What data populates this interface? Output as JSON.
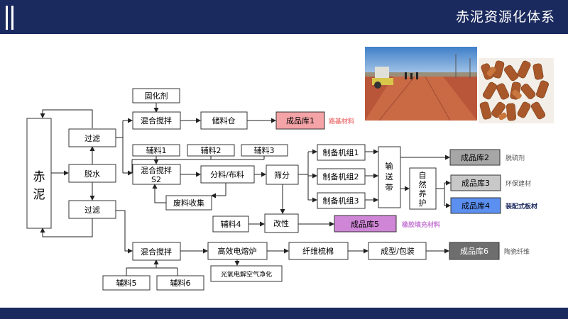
{
  "header": {
    "title": "赤泥资源化体系"
  },
  "nodes": {
    "red_mud_1": "赤",
    "red_mud_2": "泥",
    "filter_top": "过滤",
    "dewater": "脱水",
    "filter_bottom": "过滤",
    "curing_agent": "固化剂",
    "mix1": "混合搅拌",
    "storage_bin": "储料仓",
    "warehouse1": "成品库1",
    "aux1": "辅料1",
    "aux2": "辅料2",
    "aux3": "辅料3",
    "mix2_l1": "混合搅拌",
    "mix2_l2": "S2",
    "distribute": "分料/布料",
    "screen": "筛分",
    "waste_collect": "废料收集",
    "prep1": "制备机组1",
    "prep2": "制备机组2",
    "prep3": "制备机组3",
    "conveyor_1": "输",
    "conveyor_2": "送",
    "conveyor_3": "带",
    "cure_1": "自",
    "cure_2": "然",
    "cure_3": "养",
    "cure_4": "护",
    "warehouse2": "成品库2",
    "warehouse3": "成品库3",
    "warehouse4": "成品库4",
    "aux4": "辅料4",
    "modify": "改性",
    "warehouse5": "成品库5",
    "mix3": "混合搅拌",
    "furnace": "高效电熔炉",
    "fiber": "纤维梳棉",
    "shape_pack": "成型/包装",
    "warehouse6": "成品库6",
    "air_purify": "光氧电解空气净化",
    "aux5": "辅料5",
    "aux6": "辅料6"
  },
  "labels": {
    "roadbed": "路基材料",
    "desulfurizer": "脱硫剂",
    "eco_building": "环保建材",
    "prefab_board": "装配式板材",
    "rubber_filler": "橡胶填充材料",
    "ceramic_fiber": "陶瓷纤维"
  },
  "colors": {
    "header_bg": "#1b2a5e",
    "warehouse1_fill": "#f4a3a7",
    "warehouse1_label": "#f08a8a",
    "warehouse2_fill": "#a6a6a6",
    "warehouse3_fill": "#c8c8c8",
    "warehouse4_fill": "#5b8ff0",
    "warehouse5_fill": "#cf86d6",
    "warehouse5_label": "#c77cd6",
    "warehouse6_fill": "#6e6e6e"
  }
}
